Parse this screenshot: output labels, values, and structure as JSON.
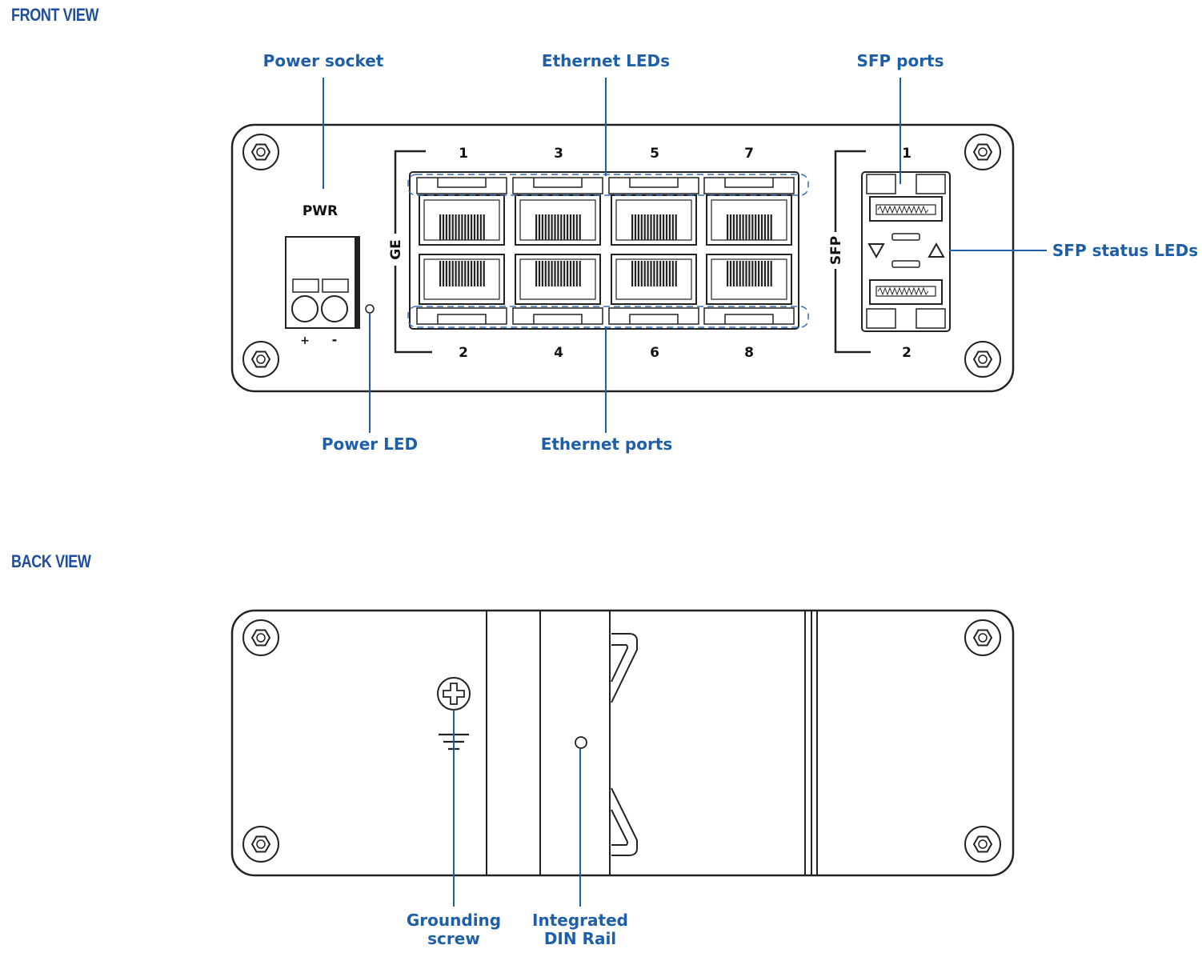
{
  "front_view": {
    "heading": "FRONT VIEW",
    "callouts": {
      "power_socket": "Power socket",
      "ethernet_leds": "Ethernet LEDs",
      "sfp_ports": "SFP ports",
      "sfp_status_leds": "SFP status LEDs",
      "power_led": "Power LED",
      "ethernet_ports": "Ethernet ports"
    },
    "device_labels": {
      "pwr": "PWR",
      "plus": "+",
      "minus": "-",
      "ge": "GE",
      "sfp": "SFP",
      "top_ports": [
        "1",
        "3",
        "5",
        "7"
      ],
      "bottom_ports": [
        "2",
        "4",
        "6",
        "8"
      ],
      "sfp_top": "1",
      "sfp_bottom": "2"
    }
  },
  "back_view": {
    "heading": "BACK VIEW",
    "callouts": {
      "grounding_line1": "Grounding",
      "grounding_line2": "screw",
      "din_line1": "Integrated",
      "din_line2": "DIN Rail"
    }
  },
  "colors": {
    "heading": "#1f4e9c",
    "callout": "#1f5fa8",
    "outline": "#222222"
  }
}
